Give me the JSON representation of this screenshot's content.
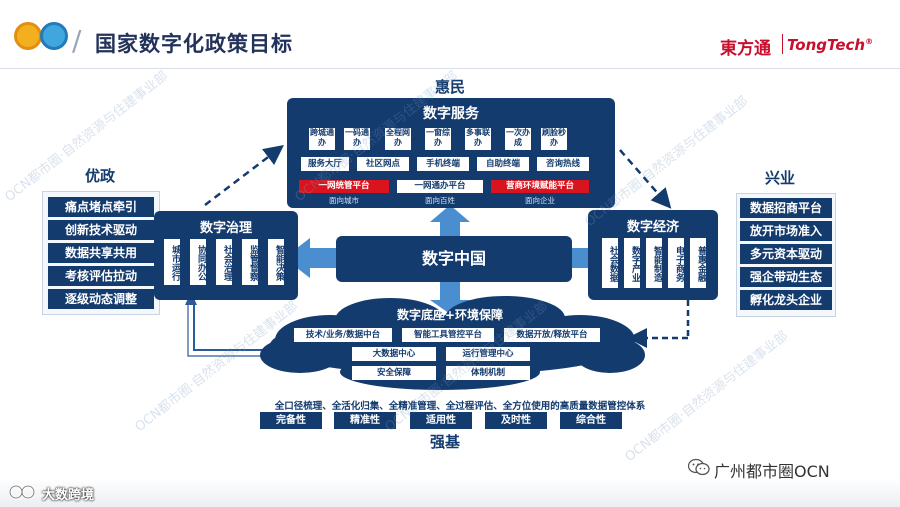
{
  "header": {
    "title": "国家数字化政策目标",
    "brand_cn": "東方通",
    "brand_en": "TongTech",
    "brand_reg": "®"
  },
  "top": {
    "label": "惠民",
    "box_title": "数字服务",
    "services_small": [
      "跨城通办",
      "一码通办",
      "全程网办",
      "一窗综办",
      "多事联办",
      "一次办成",
      "刷脸秒办"
    ],
    "services_row": [
      "服务大厅",
      "社区网点",
      "手机终端",
      "自助终端",
      "咨询热线"
    ],
    "services_red": [
      "一网统管平台",
      "一网通办平台",
      "营商环境赋能平台"
    ],
    "services_sub": [
      "面向城市",
      "面向百姓",
      "面向企业"
    ]
  },
  "left": {
    "label": "优政",
    "items": [
      "痛点堵点牵引",
      "创新技术驱动",
      "数据共享共用",
      "考核评估拉动",
      "逐级动态调整"
    ],
    "box_title": "数字治理",
    "sub": [
      "城市运行",
      "协同办公",
      "社会治理",
      "监管督察",
      "智能决策"
    ]
  },
  "right": {
    "label": "兴业",
    "items": [
      "数据招商平台",
      "放开市场准入",
      "多元资本驱动",
      "强企带动生态",
      "孵化龙头企业"
    ],
    "box_title": "数字经济",
    "sub": [
      "社会数据",
      "数字产业",
      "智能制造",
      "电子商务",
      "普惠金融"
    ]
  },
  "center": {
    "title": "数字中国"
  },
  "cloud": {
    "title": "数字底座+环境保障",
    "row1": [
      "技术/业务/数据中台",
      "智能工具管控平台",
      "数据开放/释放平台"
    ],
    "row2": [
      "大数据中心",
      "运行管理中心"
    ],
    "row3": [
      "安全保障",
      "体制机制"
    ]
  },
  "bottom": {
    "line": "全口径梳理、全活化归集、全精准管理、全过程评估、全方位使用的高质量数据管控体系",
    "items": [
      "完备性",
      "精准性",
      "适用性",
      "及时性",
      "综合性"
    ],
    "label": "强基"
  },
  "watermarks": [
    "OCN都市圈·自然资源与住建事业部"
  ],
  "footer": {
    "wechat": "广州都市圈OCN",
    "corner": "大数跨境"
  },
  "colors": {
    "navy": "#143b6e",
    "red": "#d9141f",
    "brand_red": "#c8102e"
  }
}
